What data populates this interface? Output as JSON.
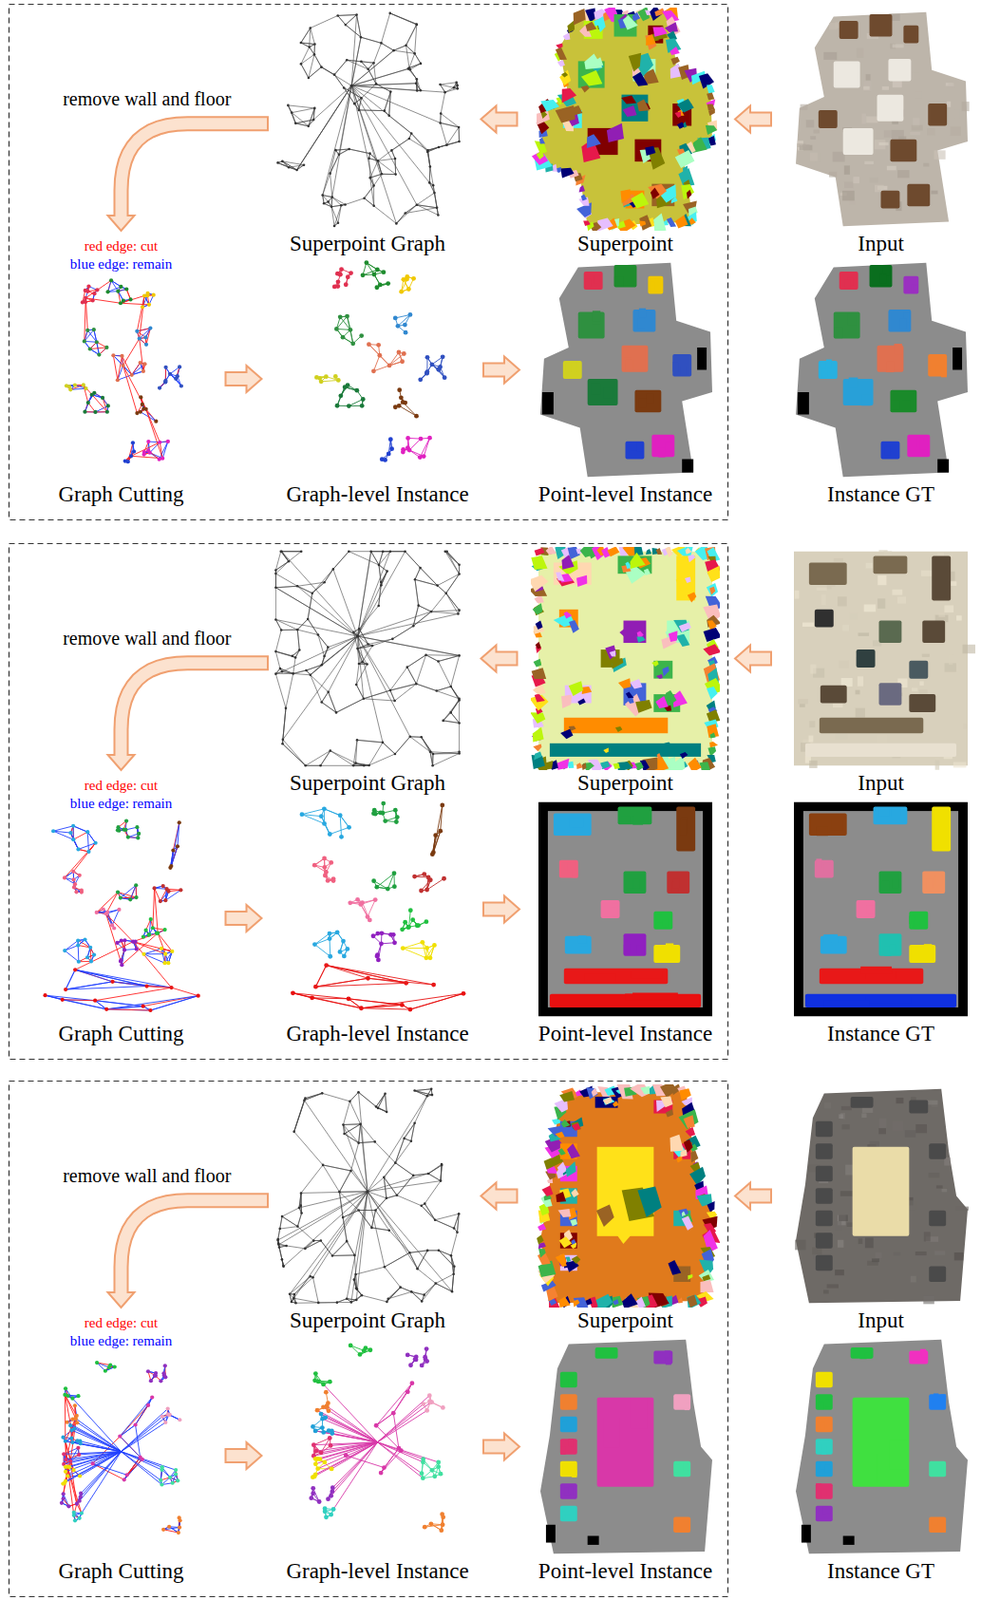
{
  "diagram": {
    "nodes": [
      {
        "text": [
          "Superpoint Graph"
        ]
      },
      {
        "text": [
          "Superpoint"
        ]
      },
      {
        "text": [
          "Input"
        ]
      },
      {
        "text": [
          "Graph Cutting"
        ]
      },
      {
        "text": [
          "Graph-level Instance"
        ]
      },
      {
        "text": [
          "Point-level Instance"
        ]
      },
      {
        "text": [
          "Instance GT"
        ]
      },
      {
        "text": [
          "Superpoint Graph"
        ]
      },
      {
        "text": [
          "Superpoint"
        ]
      },
      {
        "text": [
          "Input"
        ]
      },
      {
        "text": [
          "Graph Cutting"
        ]
      },
      {
        "text": [
          "Graph-level Instance"
        ]
      },
      {
        "text": [
          "Point-level Instance"
        ]
      },
      {
        "text": [
          "Instance GT"
        ]
      },
      {
        "text": [
          "Superpoint Graph"
        ]
      },
      {
        "text": [
          "Superpoint"
        ]
      },
      {
        "text": [
          "Input"
        ]
      },
      {
        "text": [
          "Graph Cutting"
        ]
      },
      {
        "text": [
          "Graph-level Instance"
        ]
      },
      {
        "text": [
          "Point-level Instance"
        ]
      },
      {
        "text": [
          "Instance GT"
        ]
      }
    ],
    "edges": [
      {
        "from": 2,
        "to": 1,
        "arrow": "to"
      },
      {
        "from": 1,
        "to": 0,
        "arrow": "to"
      },
      {
        "from": 0,
        "to": 3,
        "arrow": "to",
        "label": "remove wall and floor"
      },
      {
        "from": 3,
        "to": 4,
        "arrow": "to"
      },
      {
        "from": 4,
        "to": 5,
        "arrow": "to"
      },
      {
        "from": 9,
        "to": 8,
        "arrow": "to"
      },
      {
        "from": 8,
        "to": 7,
        "arrow": "to"
      },
      {
        "from": 7,
        "to": 10,
        "arrow": "to",
        "label": "remove wall and floor"
      },
      {
        "from": 10,
        "to": 11,
        "arrow": "to"
      },
      {
        "from": 11,
        "to": 12,
        "arrow": "to"
      },
      {
        "from": 16,
        "to": 15,
        "arrow": "to"
      },
      {
        "from": 15,
        "to": 14,
        "arrow": "to"
      },
      {
        "from": 14,
        "to": 17,
        "arrow": "to",
        "label": "remove wall and floor"
      },
      {
        "from": 17,
        "to": 18,
        "arrow": "to"
      },
      {
        "from": 18,
        "to": 19,
        "arrow": "to"
      }
    ],
    "labels": [
      "red edge: cut",
      "blue edge: remain",
      "red edge: cut",
      "blue edge: remain",
      "red edge: cut",
      "blue edge: remain"
    ]
  }
}
